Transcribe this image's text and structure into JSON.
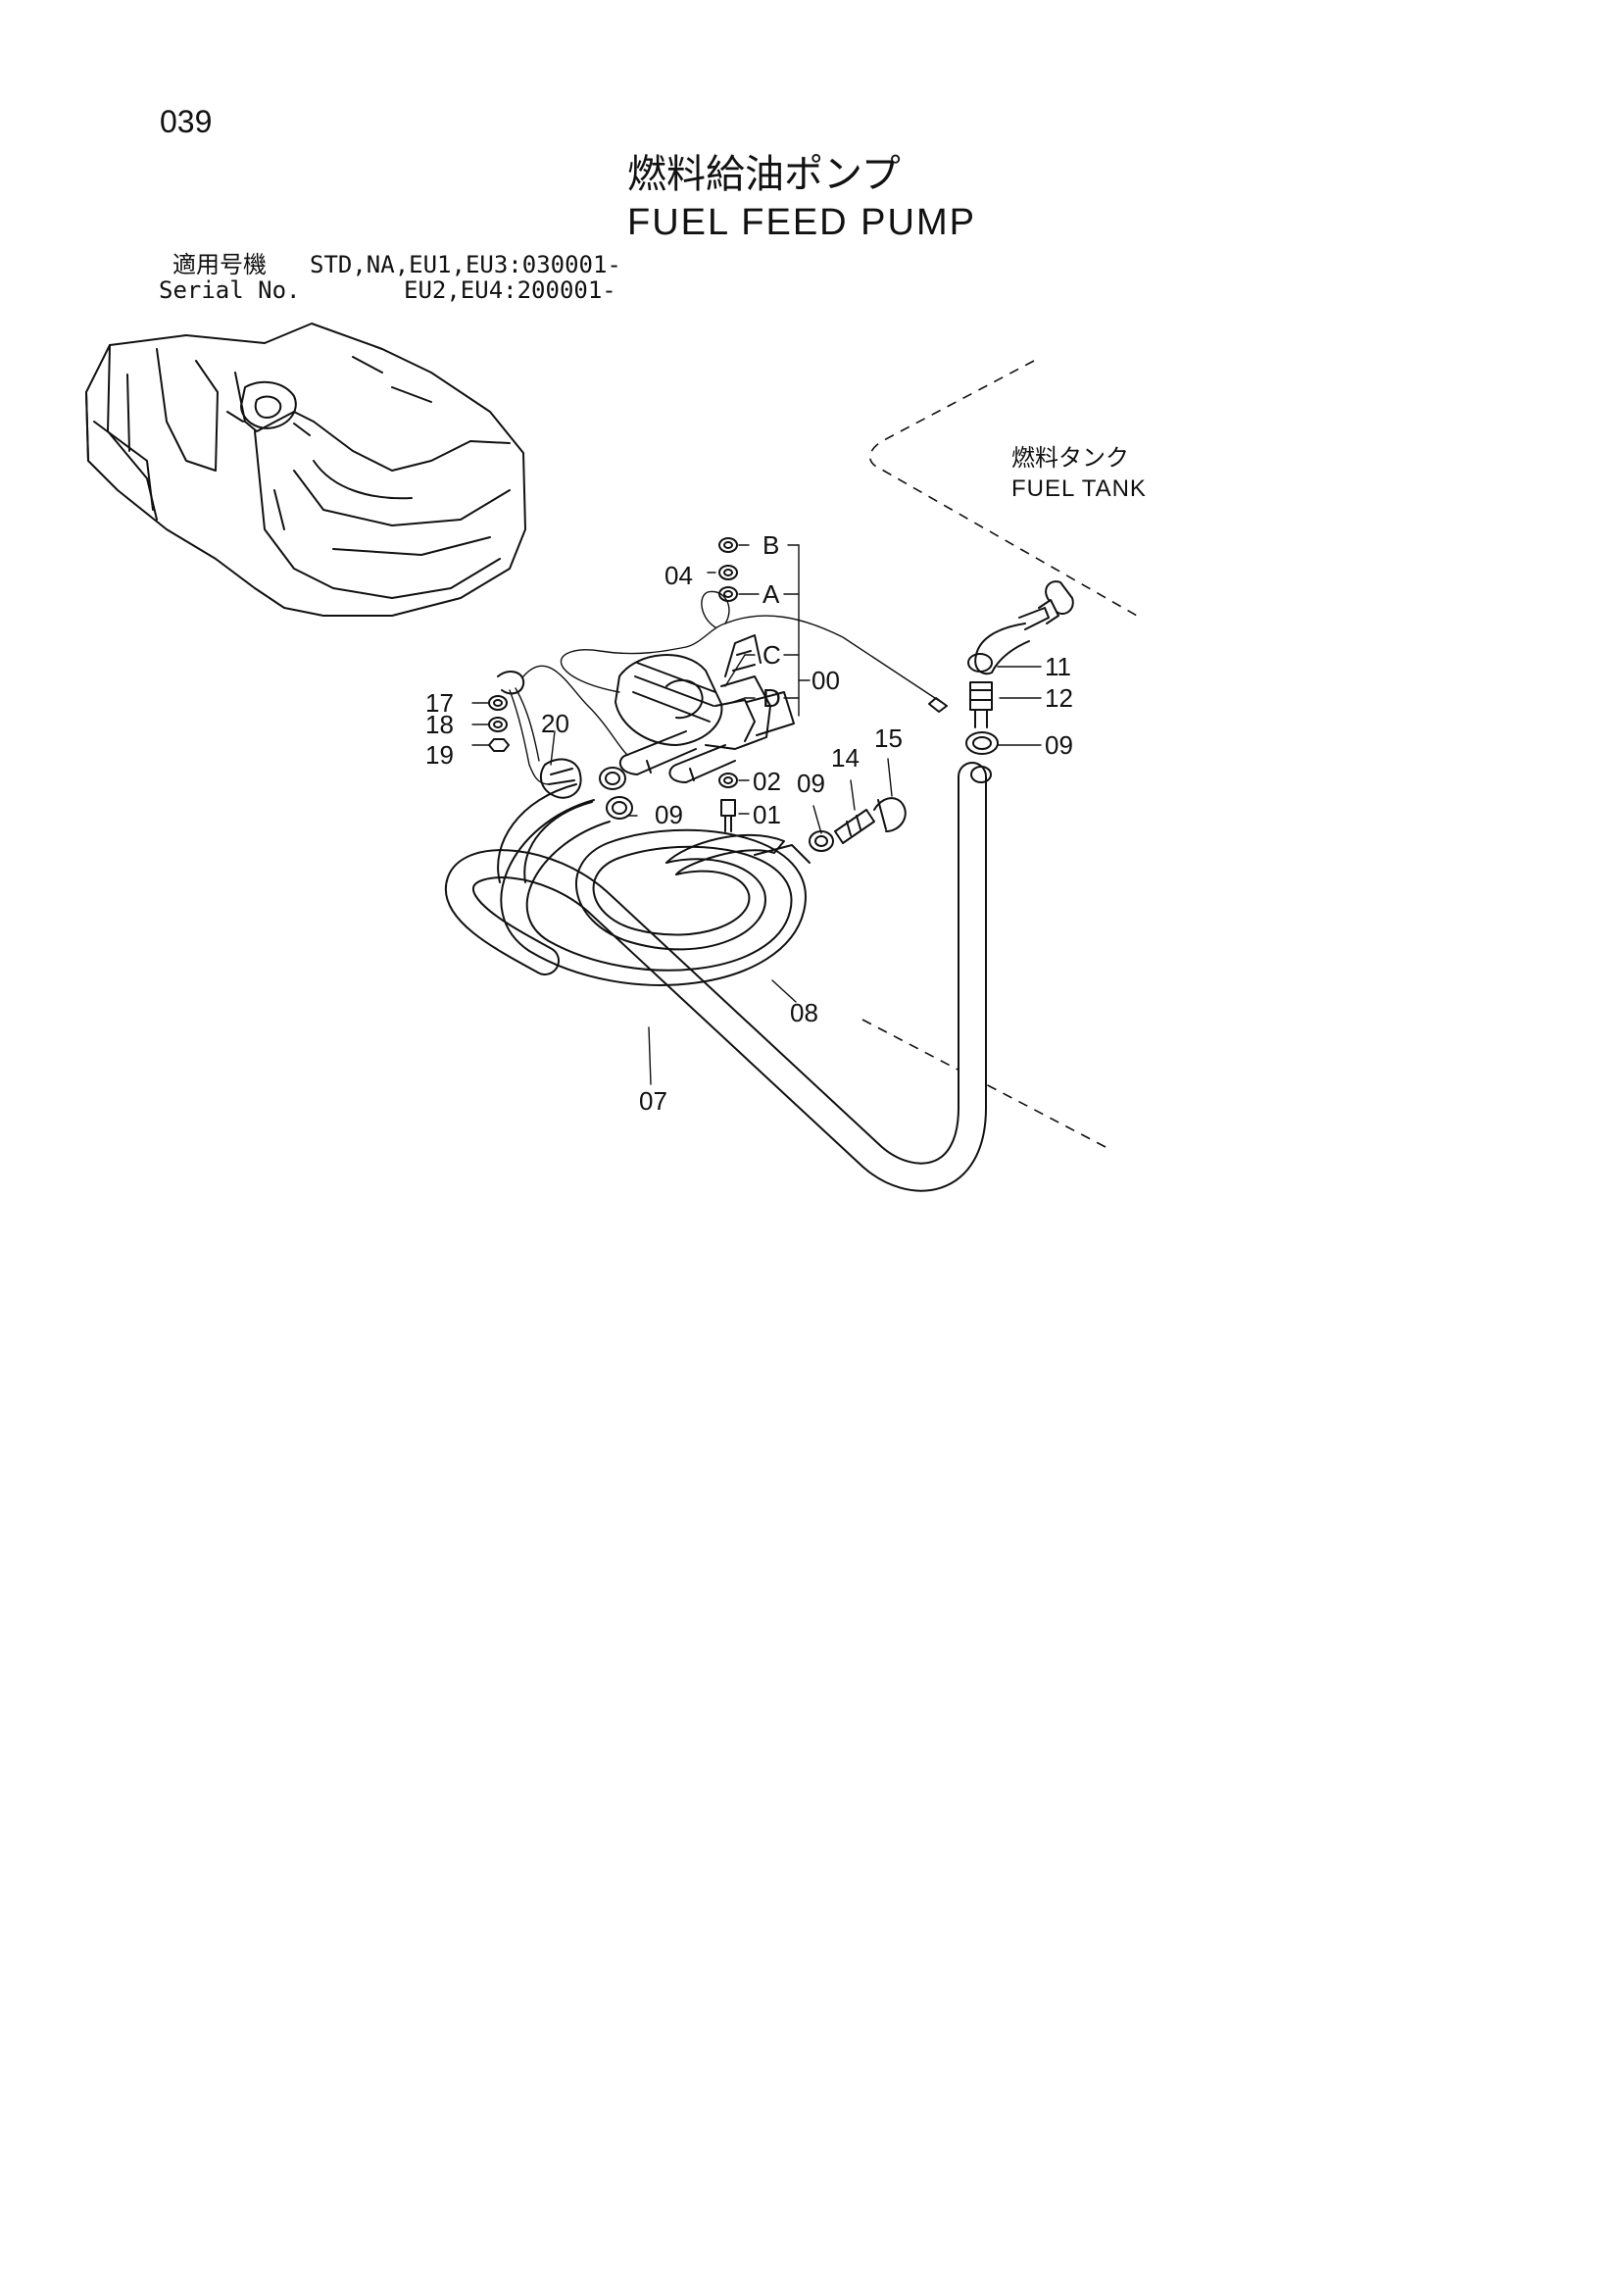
{
  "page": {
    "number": "039",
    "title_jp": "燃料給油ポンプ",
    "title_en": "FUEL FEED PUMP"
  },
  "serial": {
    "label_jp": "適用号機",
    "label_en": "Serial No.",
    "line1": "STD,NA,EU1,EU3:030001-",
    "line2": "EU2,EU4:200001-"
  },
  "fuel_tank": {
    "label_jp": "燃料タンク",
    "label_en": "FUEL TANK"
  },
  "callouts": {
    "b": "B",
    "a": "A",
    "c": "C",
    "d": "D",
    "p00": "00",
    "p01": "01",
    "p02": "02",
    "p04": "04",
    "p07": "07",
    "p08": "08",
    "p09_left": "09",
    "p09_mid": "09",
    "p09_right": "09",
    "p11": "11",
    "p12": "12",
    "p14": "14",
    "p15": "15",
    "p17": "17",
    "p18": "18",
    "p19": "19",
    "p20": "20"
  }
}
